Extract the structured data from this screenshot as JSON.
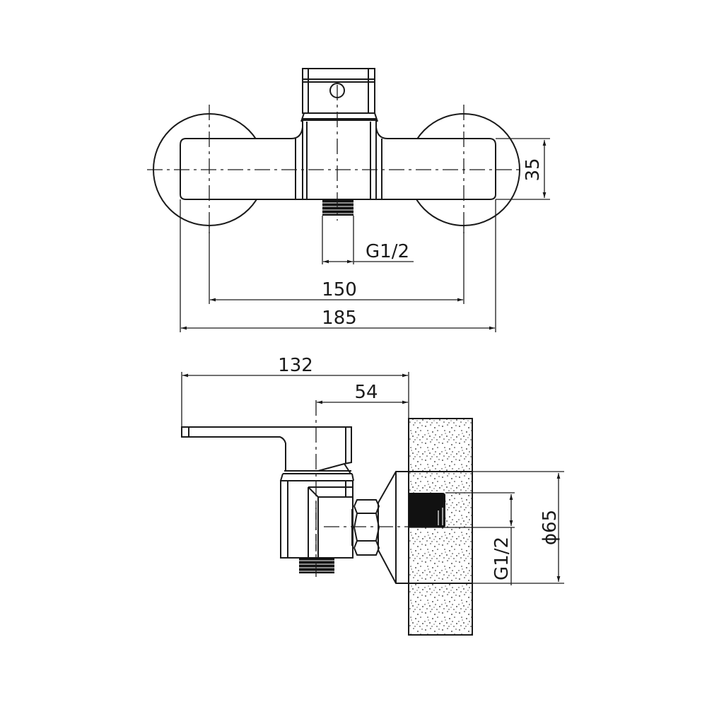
{
  "drawing": {
    "title": "Wall-mounted single-lever mixer — dimensional drawing",
    "line_color": "#1a1a1a",
    "background": "#ffffff",
    "front_view": {
      "dimensions": {
        "height_35": "35",
        "thread_g12": "G1/2",
        "centers_150": "150",
        "overall_185": "185"
      }
    },
    "side_view": {
      "dimensions": {
        "projection_132": "132",
        "body_54": "54",
        "escutcheon_d65": "ϕ65",
        "thread_g12": "G1/2"
      }
    }
  }
}
